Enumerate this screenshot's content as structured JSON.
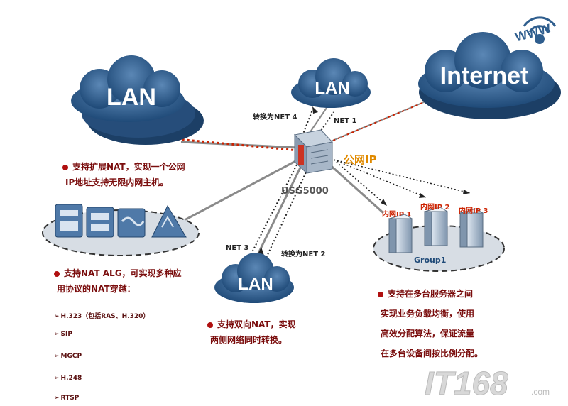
{
  "clouds": {
    "lan_left": "LAN",
    "lan_top": "LAN",
    "lan_bottom": "LAN",
    "internet": "Internet",
    "www": "WWW"
  },
  "device": {
    "name": "USG5000"
  },
  "labels": {
    "public_ip": "公网IP",
    "nat4": "转换为NET 4",
    "net1": "NET 1",
    "net3": "NET 3",
    "nat2": "转换为NET 2",
    "inner_ip_1": "内网IP 1",
    "inner_ip_2": "内网IP 2",
    "inner_ip_3": "内网IP 3",
    "group": "Group1"
  },
  "features": {
    "nat_ext": {
      "line1": "支持扩展NAT，实现一个公网",
      "line2": "IP地址支持无限内网主机。"
    },
    "nat_alg": {
      "line1": "支持NAT ALG，可实现多种应",
      "line2": "用协议的NAT穿越：",
      "protocols": [
        "H.323（包括RAS、H.320）",
        "SIP",
        "MGCP",
        "H.248",
        "RTSP"
      ]
    },
    "bidir": {
      "line1": "支持双向NAT，实现",
      "line2": "两侧网络同时转换。"
    },
    "loadbal": {
      "line1": "支持在多台服务器之间",
      "line2": "实现业务负载均衡，使用",
      "line3": "高效分配算法，保证流量",
      "line4": "在多台设备间按比例分配。"
    }
  },
  "watermark": {
    "brand": "IT168",
    "suffix": ".com"
  },
  "colors": {
    "cloud": "#2f5e8e",
    "line": "#8a8a8a",
    "red": "#cc2200",
    "text_red": "#7a0d0d"
  }
}
